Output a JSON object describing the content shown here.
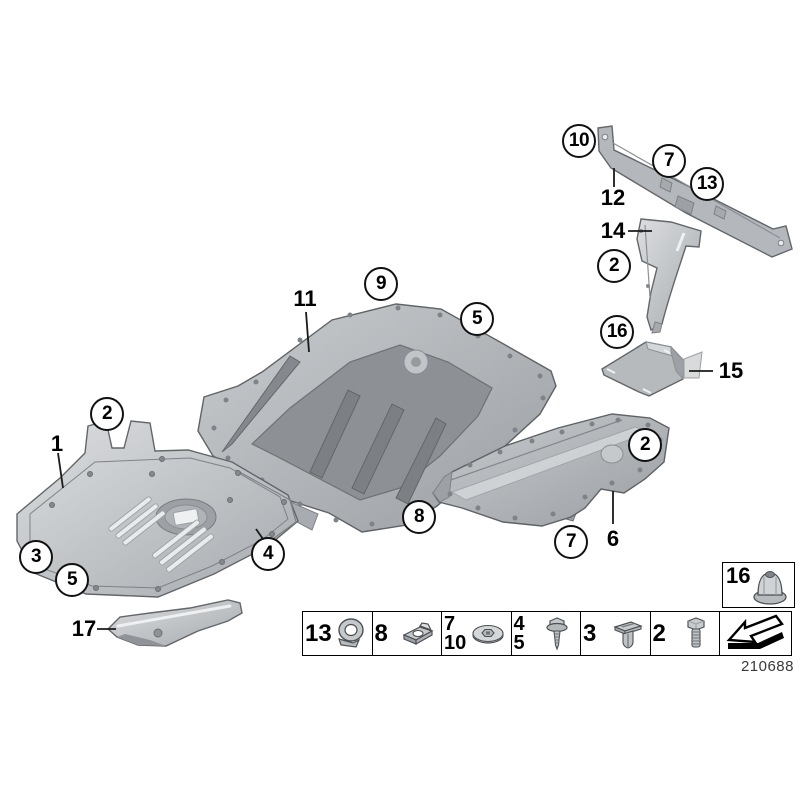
{
  "figure": {
    "doc_number": "210688"
  },
  "callouts": {
    "c10": {
      "label": "10"
    },
    "c7a": {
      "label": "7"
    },
    "c13": {
      "label": "13"
    },
    "c2a": {
      "label": "2"
    },
    "c16": {
      "label": "16"
    },
    "c9": {
      "label": "9"
    },
    "c5a": {
      "label": "5"
    },
    "c2b": {
      "label": "2"
    },
    "c3": {
      "label": "3"
    },
    "c5b": {
      "label": "5"
    },
    "c4": {
      "label": "4"
    },
    "c2c": {
      "label": "2"
    },
    "c8": {
      "label": "8"
    },
    "c7b": {
      "label": "7"
    }
  },
  "labels": {
    "l1": {
      "label": "1"
    },
    "l11": {
      "label": "11"
    },
    "l12": {
      "label": "12"
    },
    "l14": {
      "label": "14"
    },
    "l15": {
      "label": "15"
    },
    "l6": {
      "label": "6"
    },
    "l17": {
      "label": "17"
    }
  },
  "legend": {
    "cells": [
      {
        "numbers": [
          "13"
        ],
        "icon": "pipe-clamp"
      },
      {
        "numbers": [
          "8"
        ],
        "icon": "clip-nut"
      },
      {
        "numbers": [
          "7",
          "10"
        ],
        "icon": "washer-nut"
      },
      {
        "numbers": [
          "4",
          "5"
        ],
        "icon": "flange-screw"
      },
      {
        "numbers": [
          "3"
        ],
        "icon": "expansion-rivet"
      },
      {
        "numbers": [
          "2"
        ],
        "icon": "hex-bolt"
      }
    ],
    "cap_nut_box": {
      "number": "16",
      "icon": "cap-nut"
    },
    "arrow_box": {
      "icon": "direction-arrow"
    }
  },
  "colors": {
    "background": "#ffffff",
    "part_fill": "#b6babe",
    "part_light": "#d8dadc",
    "part_dark": "#8d9195",
    "outline": "#63666a",
    "callout_border": "#111111",
    "doc_number_color": "#3a3a3a"
  }
}
